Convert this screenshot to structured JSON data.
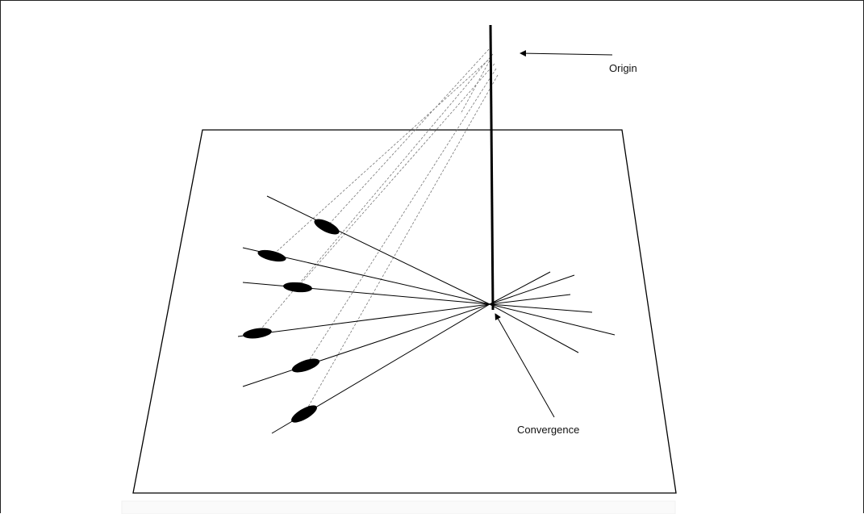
{
  "diagram": {
    "labels": {
      "origin": "Origin",
      "convergence": "Convergence"
    },
    "colors": {
      "stroke": "#000000",
      "dashed": "#777777",
      "fill": "#000000"
    },
    "ray_count": 12,
    "marked_rays": 6
  }
}
